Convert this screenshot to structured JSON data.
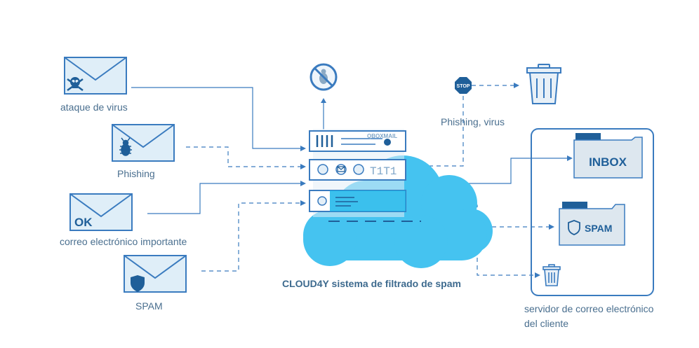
{
  "colors": {
    "line": "#3a7bbf",
    "envelope_fill": "#dfeef8",
    "envelope_stroke": "#3a7bbf",
    "cloud": "#45c3f0",
    "server_fill": "#e3eff8",
    "server_stroke": "#3a7bbf",
    "folder_fill": "#dde7ef",
    "folder_tab": "#1f5f99",
    "label_text": "#4a6f8f",
    "box_border": "#3a7bbf"
  },
  "incoming": [
    {
      "label": "ataque de virus",
      "icon": "skull-icon"
    },
    {
      "label": "Phishing",
      "icon": "bug-icon"
    },
    {
      "label": "correo electrónico importante",
      "icon": "ok-text",
      "icon_text": "OK"
    },
    {
      "label": "SPAM",
      "icon": "shield-icon"
    }
  ],
  "server": {
    "brand": "QBOXMAIL",
    "counter": "T1T1"
  },
  "filter": {
    "title": "CLOUD4Y sistema de filtrado de spam"
  },
  "blocked": {
    "label": "Phishing, virus",
    "stop_text": "STOP",
    "trash_icon": "trash-icon",
    "no_bug_icon": "no-bug-icon"
  },
  "client": {
    "label_line1": "servidor de correo electrónico",
    "label_line2": "del cliente",
    "inbox_label": "INBOX",
    "spam_label": "SPAM"
  }
}
